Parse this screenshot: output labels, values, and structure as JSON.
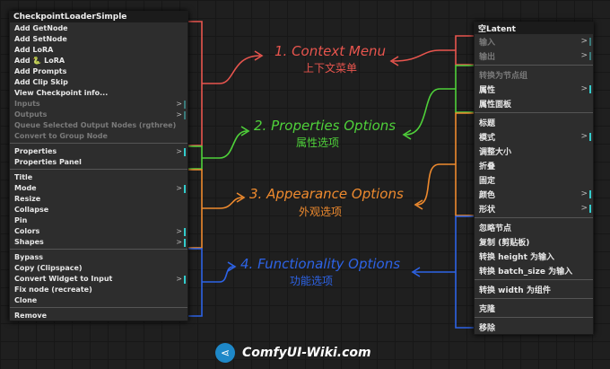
{
  "left_menu": {
    "title": "CheckpointLoaderSimple",
    "groups": [
      [
        {
          "label": "Add GetNode"
        },
        {
          "label": "Add SetNode"
        },
        {
          "label": "Add LoRA"
        },
        {
          "label": "Add 🐍 LoRA"
        },
        {
          "label": "Add Prompts"
        },
        {
          "label": "Add Clip Skip"
        },
        {
          "label": "View Checkpoint info..."
        },
        {
          "label": "Inputs",
          "sub": true,
          "disabled": true
        },
        {
          "label": "Outputs",
          "sub": true,
          "disabled": true
        },
        {
          "label": "Queue Selected Output Nodes (rgthree)",
          "disabled": true
        },
        {
          "label": "Convert to Group Node",
          "disabled": true
        }
      ],
      [
        {
          "label": "Properties",
          "sub": true
        },
        {
          "label": "Properties Panel"
        }
      ],
      [
        {
          "label": "Title"
        },
        {
          "label": "Mode",
          "sub": true
        },
        {
          "label": "Resize"
        },
        {
          "label": "Collapse"
        },
        {
          "label": "Pin"
        },
        {
          "label": "Colors",
          "sub": true
        },
        {
          "label": "Shapes",
          "sub": true
        }
      ],
      [
        {
          "label": "Bypass"
        },
        {
          "label": "Copy (Clipspace)"
        },
        {
          "label": "Convert Widget to Input",
          "sub": true
        },
        {
          "label": "Fix node (recreate)"
        },
        {
          "label": "Clone"
        }
      ],
      [
        {
          "label": "Remove"
        }
      ]
    ]
  },
  "right_menu": {
    "title": "空Latent",
    "groups": [
      [
        {
          "label": "输入",
          "sub": true,
          "disabled": true
        },
        {
          "label": "输出",
          "sub": true,
          "disabled": true
        }
      ],
      [
        {
          "label": "转换为节点组",
          "disabled": true
        },
        {
          "label": "属性",
          "sub": true
        },
        {
          "label": "属性面板"
        }
      ],
      [
        {
          "label": "标题"
        },
        {
          "label": "模式",
          "sub": true
        },
        {
          "label": "调整大小"
        },
        {
          "label": "折叠"
        },
        {
          "label": "固定"
        },
        {
          "label": "颜色",
          "sub": true
        },
        {
          "label": "形状",
          "sub": true
        }
      ],
      [
        {
          "label": "忽略节点"
        },
        {
          "label": "复制 (剪贴板)"
        },
        {
          "label": "转换 height 为输入"
        },
        {
          "label": "转换 batch_size 为输入"
        }
      ],
      [
        {
          "label": "转换 width 为组件"
        }
      ],
      [
        {
          "label": "克隆"
        }
      ],
      [
        {
          "label": "移除"
        }
      ]
    ]
  },
  "annotations": [
    {
      "title": "1. Context Menu",
      "subtitle": "上下文菜单",
      "color": "#e8554e"
    },
    {
      "title": "2. Properties Options",
      "subtitle": "属性选项",
      "color": "#4fd13a"
    },
    {
      "title": "3. Appearance Options",
      "subtitle": "外观选项",
      "color": "#ee8a2e"
    },
    {
      "title": "4. Functionality Options",
      "subtitle": "功能选项",
      "color": "#2d63e6"
    }
  ],
  "footer": {
    "site": "ComfyUI-Wiki.com",
    "icon": "share-icon"
  }
}
